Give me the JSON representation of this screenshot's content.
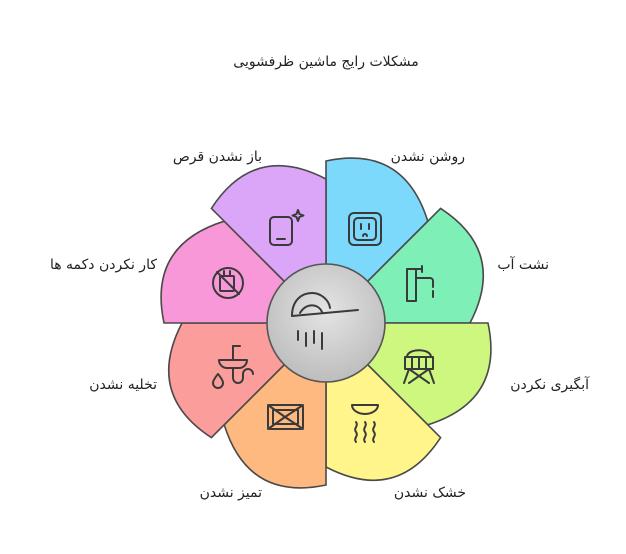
{
  "diagram": {
    "title": "مشکلات رایج ماشین ظرفشویی",
    "center_icon": "dishwasher-spray-icon",
    "segments": [
      {
        "label": "روشن نشدن",
        "color": "#7dd9fb",
        "icon": "power-outlet-icon"
      },
      {
        "label": "نشت آب",
        "color": "#7ef0b7",
        "icon": "faucet-icon"
      },
      {
        "label": "آبگیری نکردن",
        "color": "#cdf77e",
        "icon": "water-tank-icon"
      },
      {
        "label": "خشک نشدن",
        "color": "#fff58a",
        "icon": "heat-waves-icon"
      },
      {
        "label": "تمیز نشدن",
        "color": "#fdb97f",
        "icon": "dirty-dish-icon"
      },
      {
        "label": "تخلیه نشدن",
        "color": "#fb9d9a",
        "icon": "drain-pipe-icon"
      },
      {
        "label": "کار نکردن دکمه ها",
        "color": "#f898d8",
        "icon": "broken-button-icon"
      },
      {
        "label": "باز نشدن قرص",
        "color": "#dca6f8",
        "icon": "tablet-sparkle-icon"
      }
    ]
  }
}
